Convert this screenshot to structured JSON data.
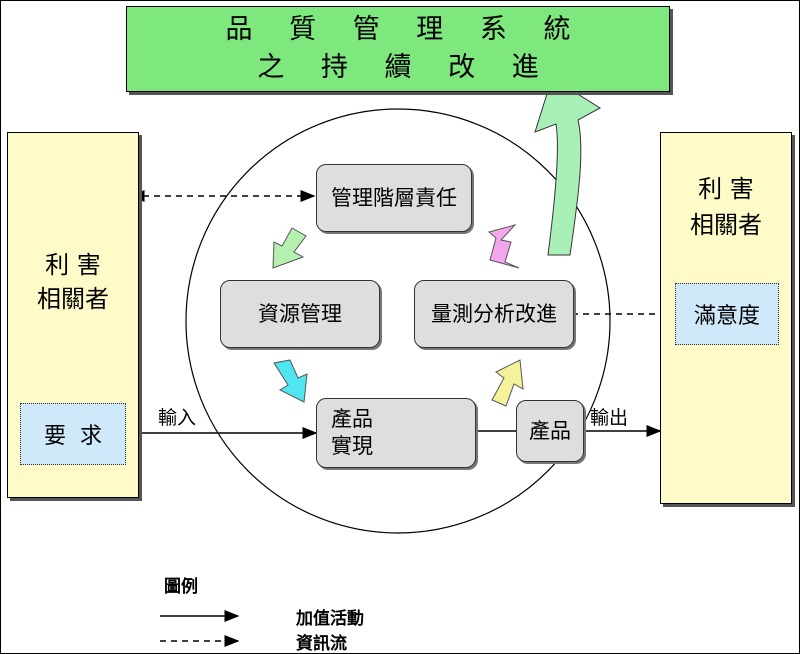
{
  "title": {
    "line1": "品 質 管 理 系 統",
    "line2": "之 持 續 改 進"
  },
  "left_stakeholder": {
    "label_line1": "利 害",
    "label_line2": "相關者",
    "requirement": "要  求"
  },
  "right_stakeholder": {
    "label_line1": "利 害",
    "label_line2": "相關者",
    "satisfaction": "滿意度"
  },
  "processes": {
    "management": "管理階層責任",
    "resource": "資源管理",
    "measurement": "量測分析改進",
    "realization_line1": "產品",
    "realization_line2": "實現",
    "product": "產品"
  },
  "flows": {
    "input": "輸入",
    "output": "輸出"
  },
  "legend": {
    "title": "圖例",
    "value_added": "加值活動",
    "information_flow": "資訊流"
  },
  "colors": {
    "title_box": "#7ee87e",
    "stakeholder_box": "#fefbc8",
    "dotted_box": "#cfe9fb",
    "process_box": "#dedede",
    "arrow_green_light": "#b6f0b0",
    "arrow_cyan": "#4fe6f2",
    "arrow_yellow": "#f5f29a",
    "arrow_pink": "#f3a6ec",
    "arrow_big": "#a8f0b8"
  }
}
